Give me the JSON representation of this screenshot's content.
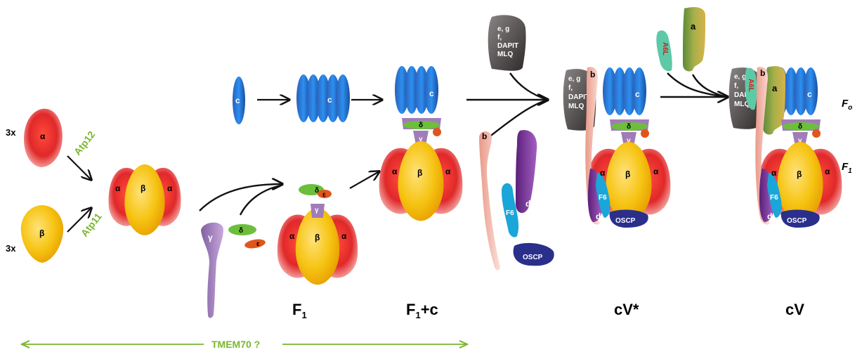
{
  "left": {
    "alpha_count": "3x",
    "beta_count": "3x",
    "alpha": "α",
    "beta": "β",
    "assembly_factor_alpha": "Atp12",
    "assembly_factor_beta": "Atp11"
  },
  "subunits": {
    "c": "c",
    "gamma": "γ",
    "delta": "δ",
    "epsilon": "ε",
    "b": "b",
    "d": "d",
    "f6": "F6",
    "oscp": "OSCP",
    "a": "a",
    "a6l": "A6L",
    "egf_lines": [
      "e, g",
      "f,",
      "DAPIT",
      "MLQ"
    ]
  },
  "stages": {
    "f1": "F",
    "f1_sub": "1",
    "f1c": "F",
    "f1c_sub": "1",
    "f1c_suffix": "+c",
    "cv_star": "cV*",
    "cv": "cV"
  },
  "side_labels": {
    "fo": "F",
    "fo_sub": "o",
    "f1": "F",
    "f1_sub": "1"
  },
  "bottom": {
    "tmem70": "TMEM70 ?"
  },
  "colors": {
    "alpha_red": "#e0282a",
    "beta_yellow": "#f6c413",
    "c_blue": "#1e7fd0",
    "gamma_purple": "#a07cb8",
    "delta_green": "#6cbf3a",
    "epsilon_orange": "#e0561a",
    "oscp_navy": "#2a2f8c",
    "d_purple": "#7c3a9a",
    "f6_cyan": "#1aa6d8",
    "b_pink": "#f2b5a8",
    "egf_gray": "#4a4444",
    "a_olive": "#8a9a40",
    "a6l_teal": "#5ec9a6",
    "factor_green": "#7ab62f"
  }
}
